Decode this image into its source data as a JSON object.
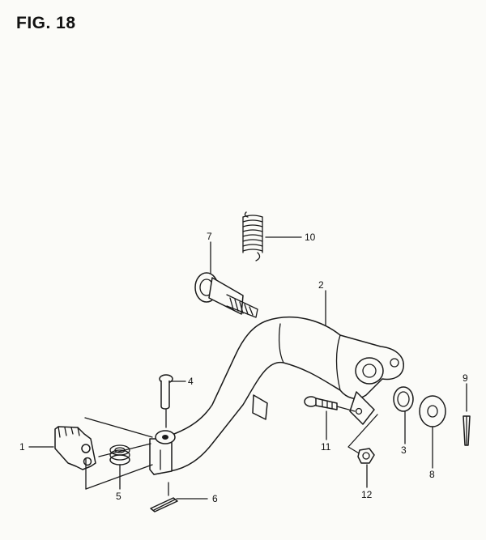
{
  "figure": {
    "title": "FIG. 18"
  },
  "callouts": [
    {
      "id": "1",
      "name": "bracket-part-1"
    },
    {
      "id": "2",
      "name": "brake-pedal-arm-part-2"
    },
    {
      "id": "3",
      "name": "oil-seal-part-3"
    },
    {
      "id": "4",
      "name": "clevis-pin-part-4"
    },
    {
      "id": "5",
      "name": "spring-part-5"
    },
    {
      "id": "6",
      "name": "cotter-pin-part-6"
    },
    {
      "id": "7",
      "name": "pivot-bolt-part-7"
    },
    {
      "id": "8",
      "name": "washer-part-8"
    },
    {
      "id": "9",
      "name": "cotter-pin-part-9"
    },
    {
      "id": "10",
      "name": "return-spring-part-10"
    },
    {
      "id": "11",
      "name": "bolt-part-11"
    },
    {
      "id": "12",
      "name": "nut-part-12"
    }
  ]
}
